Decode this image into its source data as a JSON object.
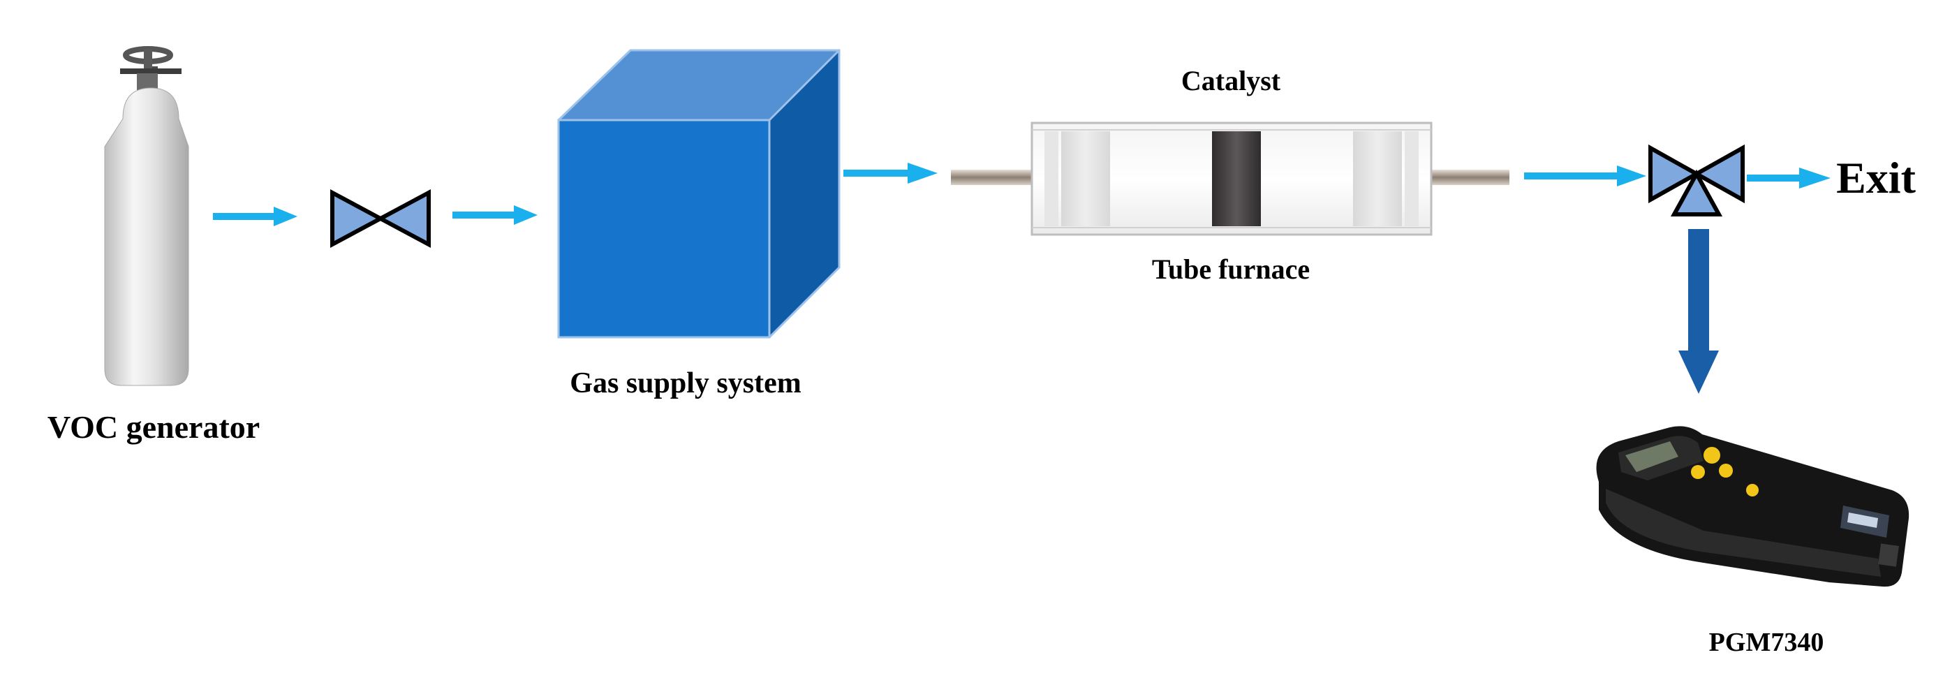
{
  "labels": {
    "voc_generator": "VOC generator",
    "gas_supply_system": "Gas supply system",
    "catalyst": "Catalyst",
    "tube_furnace": "Tube furnace",
    "exit": "Exit",
    "pgm": "PGM7340"
  },
  "colors": {
    "flow_arrow": "#1ab0ee",
    "valve_fill": "#7fa8de",
    "box_front": "#1674cc",
    "box_top": "#5491d4",
    "box_side": "#0f5ba5",
    "down_arrow": "#1a5ea8",
    "catalyst_bed": "#4a4648"
  },
  "icons": {
    "cylinder": "gas-cylinder-icon",
    "valve": "two-way-valve-icon",
    "three_way_valve": "three-way-valve-icon",
    "supply_box": "cube-icon",
    "furnace": "tube-furnace-icon",
    "detector": "handheld-detector-icon"
  }
}
